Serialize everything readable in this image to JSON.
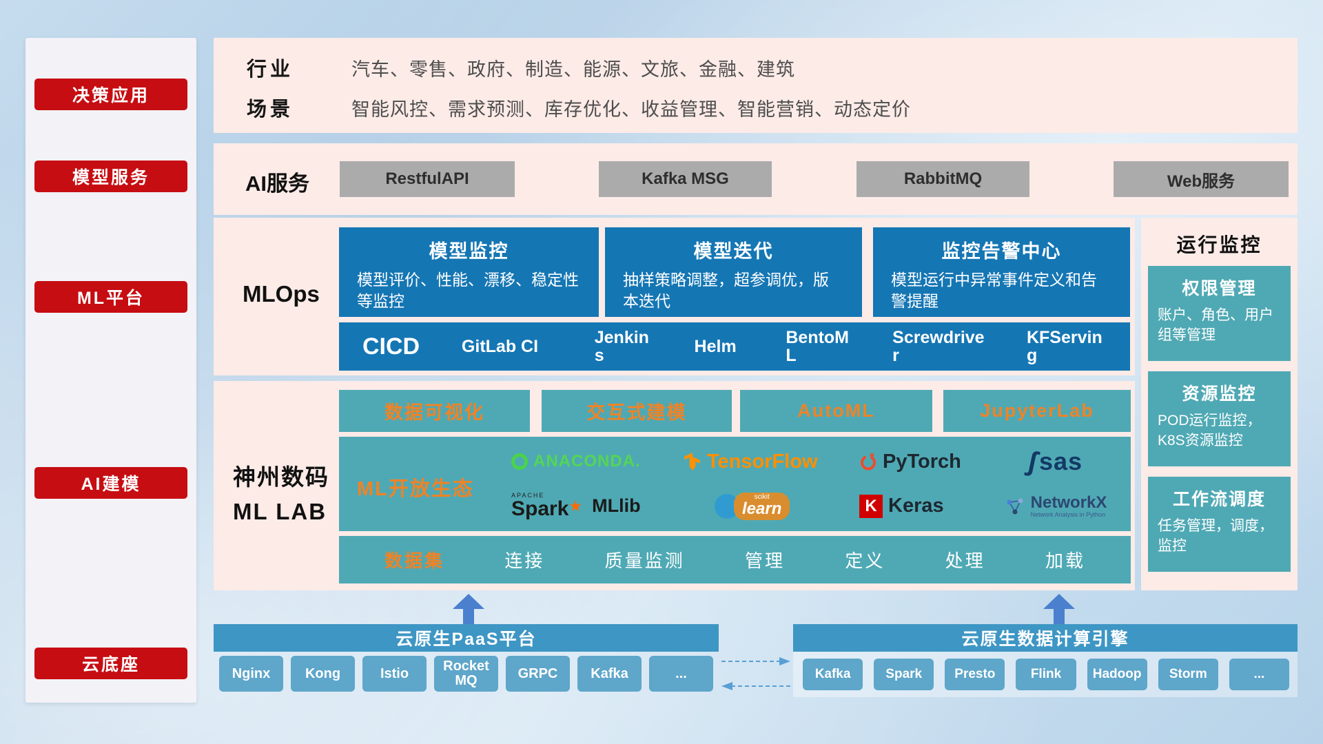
{
  "colors": {
    "accent_red": "#c60d12",
    "panel_pink": "#fcebe7",
    "box_blue": "#1576b4",
    "box_teal": "#4fa9b4",
    "accent_orange": "#ef8326",
    "bar_blue": "#3e96c4"
  },
  "sidebar": {
    "items": [
      {
        "label": "决策应用"
      },
      {
        "label": "模型服务"
      },
      {
        "label": "ML平台"
      },
      {
        "label": "AI建模"
      },
      {
        "label": "云底座"
      }
    ]
  },
  "industry": {
    "row1_label": "行业",
    "row1_text": "汽车、零售、政府、制造、能源、文旅、金融、建筑",
    "row2_label": "场景",
    "row2_text": "智能风控、需求预测、库存优化、收益管理、智能营销、动态定价"
  },
  "ai_services": {
    "label": "AI服务",
    "items": [
      "RestfulAPI",
      "Kafka MSG",
      "RabbitMQ",
      "Web服务"
    ]
  },
  "mlops": {
    "label": "MLOps",
    "cards": [
      {
        "title": "模型监控",
        "desc": "模型评价、性能、漂移、稳定性等监控"
      },
      {
        "title": "模型迭代",
        "desc": "抽样策略调整，超参调优，版本迭代"
      },
      {
        "title": "监控告警中心",
        "desc": "模型运行中异常事件定义和告警提醒"
      }
    ],
    "cicd": {
      "title": "CICD",
      "items": [
        "GitLab CI",
        "Jenkins",
        "Helm",
        "BentoML",
        "Screwdriver",
        "KFServing"
      ]
    }
  },
  "monitoring": {
    "title": "运行监控",
    "cards": [
      {
        "title": "权限管理",
        "desc": "账户、角色、用户组等管理"
      },
      {
        "title": "资源监控",
        "desc": "POD运行监控，K8S资源监控"
      },
      {
        "title": "工作流调度",
        "desc": "任务管理，调度，监控"
      }
    ]
  },
  "mllab": {
    "label_line1": "神州数码",
    "label_line2": "ML LAB",
    "top_items": [
      "数据可视化",
      "交互式建模",
      "AutoML",
      "JupyterLab"
    ],
    "eco_label": "ML开放生态",
    "dataset": {
      "title": "数据集",
      "items": [
        "连接",
        "质量监测",
        "管理",
        "定义",
        "处理",
        "加载"
      ]
    }
  },
  "logos": {
    "anaconda": {
      "text": "ANACONDA."
    },
    "tensorflow": {
      "text": "TensorFlow"
    },
    "pytorch": {
      "text": "PyTorch"
    },
    "sas": {
      "text": "sas"
    },
    "spark": {
      "apache": "APACHE",
      "text": "Spark",
      "star": "★",
      "mllib": "MLlib"
    },
    "sklearn": {
      "scikit": "scikit",
      "learn": "learn"
    },
    "keras": {
      "k": "K",
      "text": "Keras"
    },
    "networkx": {
      "text": "NetworkX",
      "subtitle": "Network Analysis in Python"
    }
  },
  "paas": {
    "title": "云原生PaaS平台",
    "items": [
      "Nginx",
      "Kong",
      "Istio",
      "RocketMQ",
      "GRPC",
      "Kafka",
      "..."
    ]
  },
  "engine": {
    "title": "云原生数据计算引擎",
    "items": [
      "Kafka",
      "Spark",
      "Presto",
      "Flink",
      "Hadoop",
      "Storm",
      "..."
    ]
  }
}
